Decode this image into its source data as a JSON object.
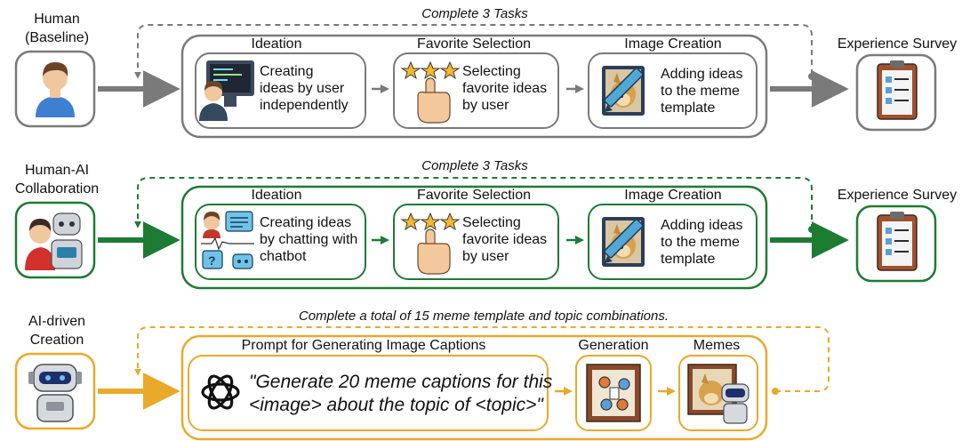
{
  "colors": {
    "baseline": "#7a7a7a",
    "collab": "#1e7b34",
    "ai": "#e9a92a"
  },
  "rows": [
    {
      "label_lines": [
        "Human",
        "(Baseline)"
      ],
      "loop_label": "Complete 3 Tasks",
      "stages": [
        {
          "title": "Ideation",
          "lines": [
            "Creating",
            "ideas by user",
            "independently"
          ],
          "icon": "person-at-computer-icon"
        },
        {
          "title": "Favorite Selection",
          "lines": [
            "Selecting",
            "favorite ideas",
            "by user"
          ],
          "icon": "hand-with-stars-icon"
        },
        {
          "title": "Image Creation",
          "lines": [
            "Adding ideas",
            "to the meme",
            "template"
          ],
          "icon": "doge-pencil-icon"
        }
      ],
      "end_label": "Experience Survey"
    },
    {
      "label_lines": [
        "Human-AI",
        "Collaboration"
      ],
      "loop_label": "Complete 3 Tasks",
      "stages": [
        {
          "title": "Ideation",
          "lines": [
            "Creating ideas",
            "by chatting with",
            "chatbot"
          ],
          "icon": "chat-with-bot-icon"
        },
        {
          "title": "Favorite Selection",
          "lines": [
            "Selecting",
            "favorite ideas",
            "by user"
          ],
          "icon": "hand-with-stars-icon"
        },
        {
          "title": "Image Creation",
          "lines": [
            "Adding ideas",
            "to the meme",
            "template"
          ],
          "icon": "doge-pencil-icon"
        }
      ],
      "end_label": "Experience Survey"
    },
    {
      "label_lines": [
        "AI-driven",
        "Creation"
      ],
      "loop_label": "Complete a total of 15 meme template and topic combinations.",
      "prompt_title": "Prompt for Generating Image Captions",
      "prompt_lines": [
        "\"Generate 20 meme captions for this",
        "<image> about the topic of <topic>\""
      ],
      "generation_title": "Generation",
      "memes_title": "Memes"
    }
  ]
}
